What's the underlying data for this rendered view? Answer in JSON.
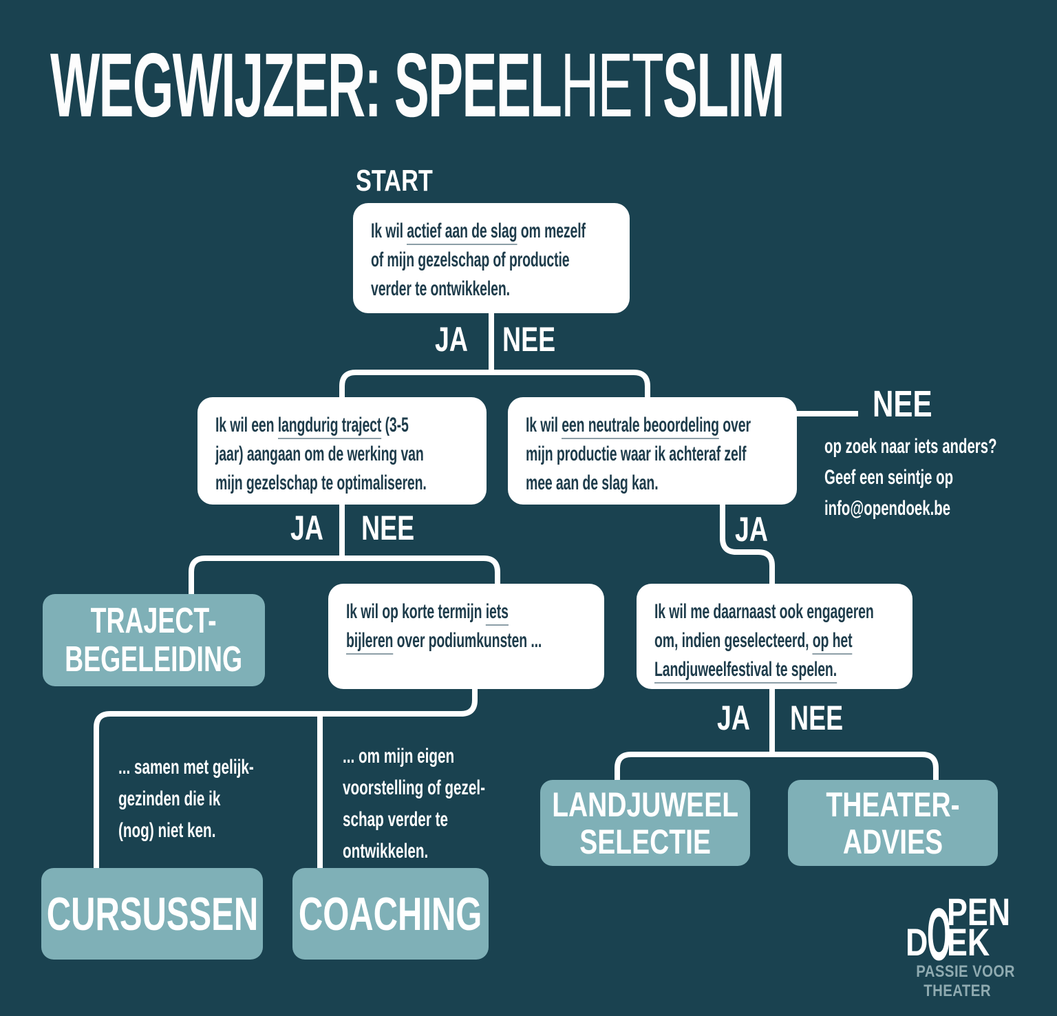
{
  "title": {
    "part1": "WEGWIJZER: SPEEL",
    "part2": "HET",
    "part3": "SLIM"
  },
  "start_label": "START",
  "labels": {
    "ja": "JA",
    "nee": "NEE"
  },
  "boxes": {
    "start": {
      "lines": [
        "Ik wil [actief aan de slag] om mezelf",
        "of mijn gezelschap of productie",
        "verder te ontwikkelen."
      ]
    },
    "traject_vraag": {
      "lines": [
        "Ik wil een [langdurig traject] (3-5",
        "jaar) aangaan om de werking van",
        "mijn gezelschap te optimaliseren."
      ]
    },
    "beoordeling_vraag": {
      "lines": [
        "Ik wil [een neutrale beoordeling] over",
        "mijn productie waar ik achteraf zelf",
        "mee aan de slag kan."
      ]
    },
    "bijleren_vraag": {
      "lines": [
        "Ik wil op korte termijn [iets]",
        "[bijleren] over podiumkunsten ..."
      ]
    },
    "landjuweel_vraag": {
      "lines": [
        "Ik wil me daarnaast ook engageren",
        "om, indien geselecteerd, [op het]",
        "[Landjuweelfestival te spelen.]"
      ]
    }
  },
  "results": {
    "traject": {
      "lines": [
        "TRAJECT-",
        "BEGELEIDING"
      ]
    },
    "cursussen": {
      "lines": [
        "CURSUSSEN"
      ]
    },
    "coaching": {
      "lines": [
        "COACHING"
      ]
    },
    "landjuweel": {
      "lines": [
        "LANDJUWEEL",
        "SELECTIE"
      ]
    },
    "theateradvies": {
      "lines": [
        "THEATER-",
        "ADVIES"
      ]
    }
  },
  "nee_branch": {
    "heading": "NEE",
    "lines": [
      "op zoek naar iets anders?",
      "Geef een seintje op",
      "info@opendoek.be"
    ]
  },
  "notes": {
    "cursussen_note": {
      "lines": [
        "... samen met gelijk-",
        "gezinden die ik",
        "(nog) niet ken."
      ]
    },
    "coaching_note": {
      "lines": [
        "... om mijn eigen",
        "voorstelling of gezel-",
        "schap verder te",
        "ontwikkelen."
      ]
    }
  },
  "logo": {
    "open_o": "O",
    "open_pen": "PEN",
    "doek_d": "D",
    "doek_ek": "EK",
    "tagline1": "PASSIE VOOR",
    "tagline2": "THEATER"
  },
  "colors": {
    "background": "#1A4250",
    "box_white": "#FFFFFF",
    "box_teal": "#7FB0B7",
    "text_dark": "#1E3C4B",
    "connector": "#FFFFFF",
    "underline": "#8C9EA7",
    "logo_tagline": "#8FAAB0"
  }
}
